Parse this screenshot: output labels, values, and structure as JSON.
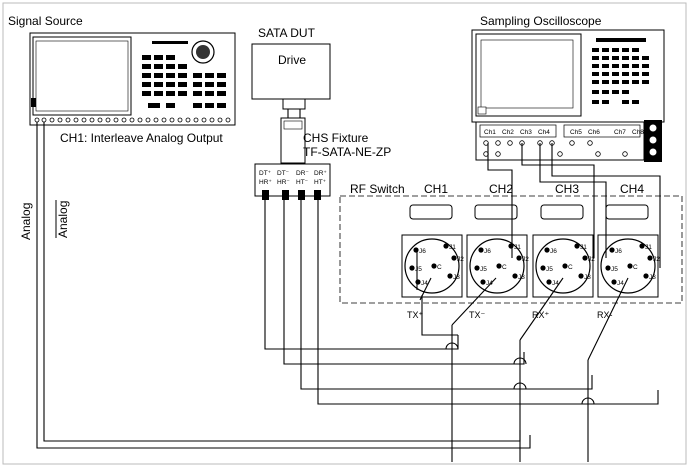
{
  "labels": {
    "signal_source": "Signal Source",
    "sata_dut": "SATA DUT",
    "drive": "Drive",
    "sampling_oscilloscope": "Sampling Oscilloscope",
    "ch1_output": "CH1: Interleave Analog Output",
    "fixture_name": "CHS Fixture",
    "fixture_part": "TF-SATA-NE-ZP",
    "rf_switch": "RF Switch",
    "analog": "Analog",
    "analog_bar": "Analog"
  },
  "rf_switch_channels": [
    "CH1",
    "CH2",
    "CH3",
    "CH4"
  ],
  "scope_channels": [
    "Ch1",
    "Ch2",
    "Ch3",
    "Ch4",
    "Ch5",
    "Ch6",
    "Ch7",
    "Ch8"
  ],
  "fixture_ports": [
    {
      "top": "DT⁺",
      "bottom": "HR⁺"
    },
    {
      "top": "DT⁻",
      "bottom": "HR⁻"
    },
    {
      "top": "DR⁻",
      "bottom": "HT⁻"
    },
    {
      "top": "DR⁺",
      "bottom": "HT⁺"
    }
  ],
  "connector_pins": [
    "J1",
    "J2",
    "J3",
    "J4",
    "J5",
    "J6",
    "C"
  ],
  "signal_labels": [
    "TX⁺",
    "TX⁻",
    "RX⁺",
    "RX-"
  ]
}
